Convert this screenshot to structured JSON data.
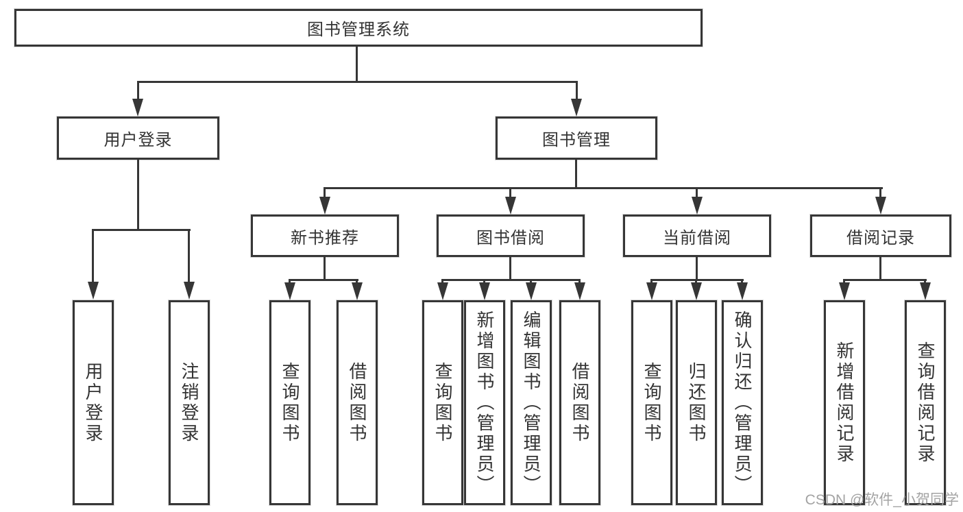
{
  "watermark": "CSDN @软件_小贺同学",
  "colors": {
    "line": "#363636",
    "box_background": "#ffffff",
    "text": "#333333",
    "watermark": "#a3a3a3"
  },
  "tree": {
    "label": "图书管理系统",
    "children": [
      {
        "label": "用户登录",
        "children": [
          {
            "label": "用户登录"
          },
          {
            "label": "注销登录"
          }
        ]
      },
      {
        "label": "图书管理",
        "children": [
          {
            "label": "新书推荐",
            "children": [
              {
                "label": "查询图书"
              },
              {
                "label": "借阅图书"
              }
            ]
          },
          {
            "label": "图书借阅",
            "children": [
              {
                "label": "查询图书"
              },
              {
                "label": "新增图书（管理员）"
              },
              {
                "label": "编辑图书（管理员）"
              },
              {
                "label": "借阅图书"
              }
            ]
          },
          {
            "label": "当前借阅",
            "children": [
              {
                "label": "查询图书"
              },
              {
                "label": "归还图书"
              },
              {
                "label": "确认归还（管理员）"
              }
            ]
          },
          {
            "label": "借阅记录",
            "children": [
              {
                "label": "新增借阅记录"
              },
              {
                "label": "查询借阅记录"
              }
            ]
          }
        ]
      }
    ]
  }
}
